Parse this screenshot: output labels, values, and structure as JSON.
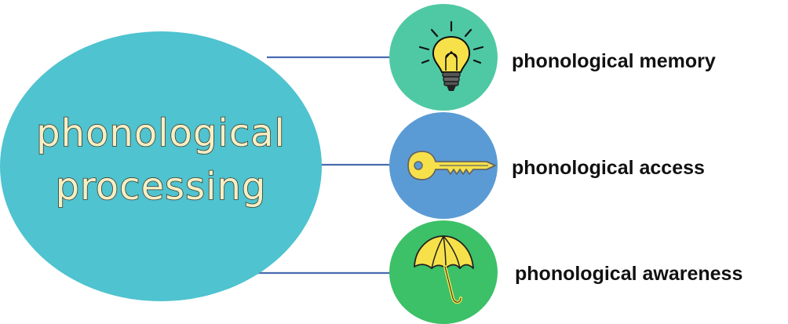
{
  "main_topic": {
    "line1": "phonological",
    "line2": "processing",
    "color": "#4fc3cf"
  },
  "branches": [
    {
      "label": "phonological memory",
      "icon": "lightbulb-icon",
      "circle_color": "#4ec9a3"
    },
    {
      "label": "phonological access",
      "icon": "key-icon",
      "circle_color": "#5b9bd5"
    },
    {
      "label": "phonological awareness",
      "icon": "umbrella-icon",
      "circle_color": "#3cc068"
    }
  ],
  "connector_color": "#4a6bb0",
  "icon_fill": "#f7e14a"
}
